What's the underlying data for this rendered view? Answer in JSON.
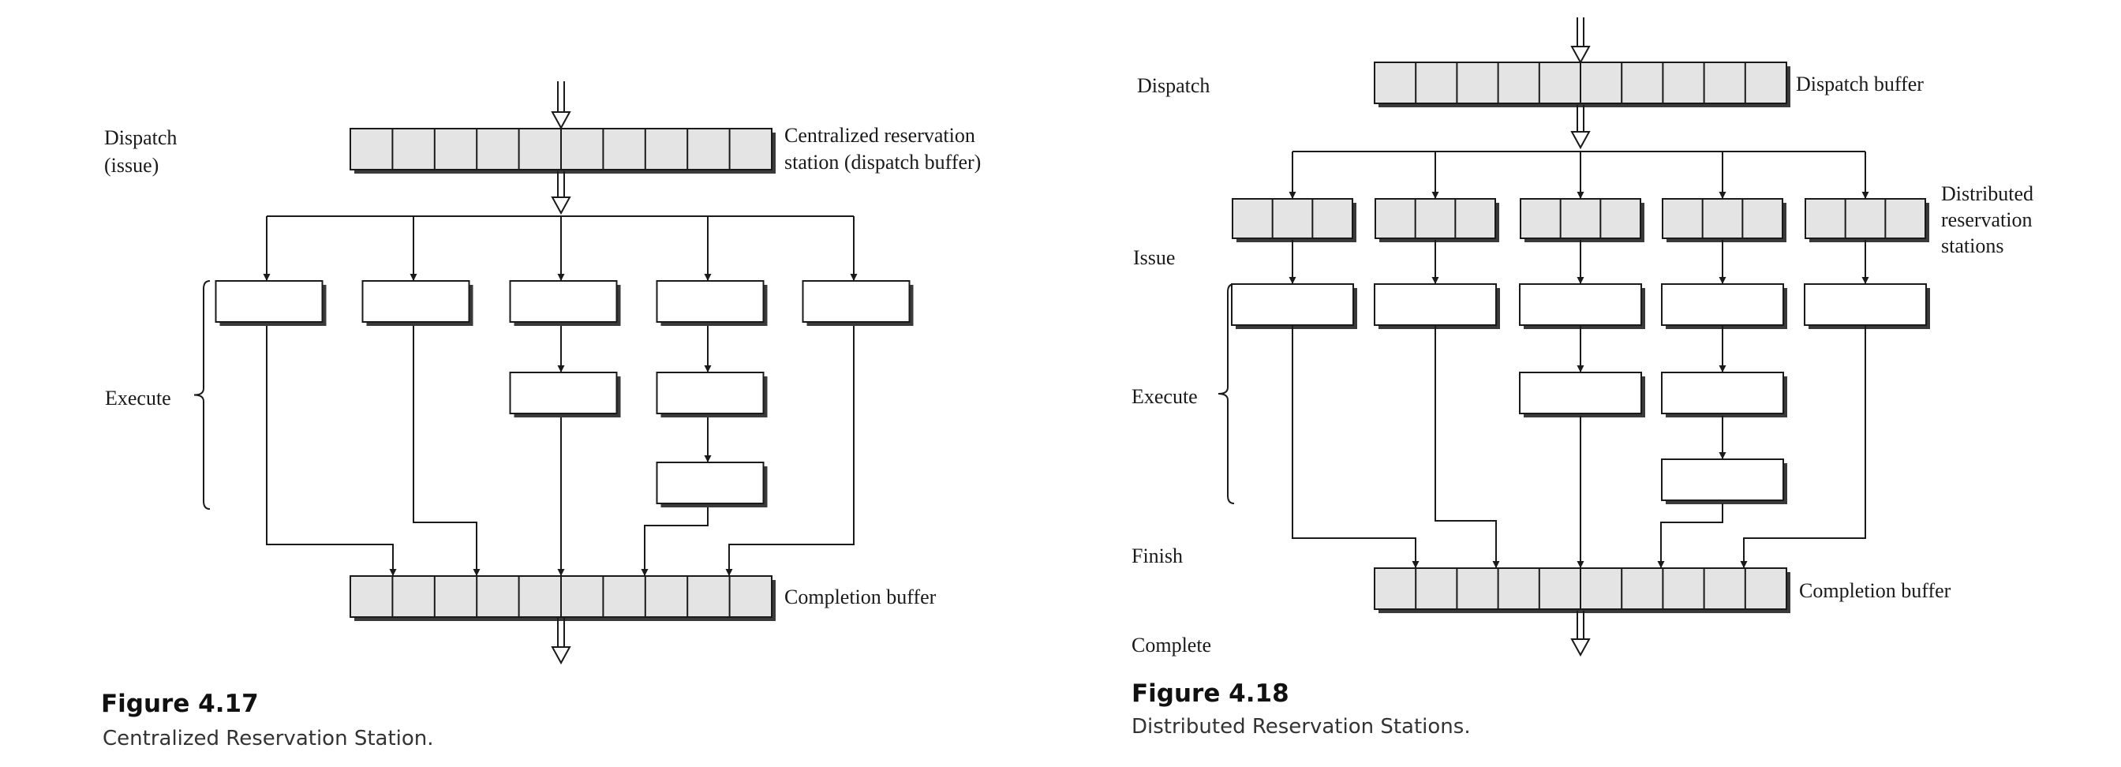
{
  "figures": [
    {
      "number": "Figure 4.17",
      "caption": "Centralized Reservation Station.",
      "labels": {
        "dispatch": "Dispatch",
        "issue": "(issue)",
        "execute": "Execute",
        "dispatch_buffer_1": "Centralized reservation",
        "dispatch_buffer_2": "station (dispatch buffer)",
        "completion_buffer": "Completion buffer"
      }
    },
    {
      "number": "Figure 4.18",
      "caption": "Distributed Reservation Stations.",
      "labels": {
        "dispatch": "Dispatch",
        "issue": "Issue",
        "execute": "Execute",
        "finish": "Finish",
        "complete": "Complete",
        "dispatch_buffer": "Dispatch buffer",
        "reservation_1": "Distributed",
        "reservation_2": "reservation",
        "reservation_3": "stations",
        "completion_buffer": "Completion buffer"
      }
    }
  ],
  "colors": {
    "line": "#1a1a1a",
    "cell_fill": "#e4e4e4",
    "shadow": "#3a3a3a"
  }
}
